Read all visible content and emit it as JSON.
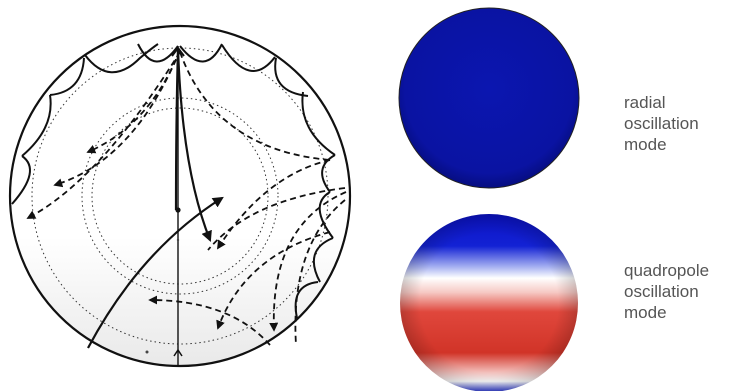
{
  "modes": [
    {
      "lines": [
        "radial",
        "oscillation",
        "mode"
      ],
      "colors": {
        "base": "#0a14a8",
        "dark": "#05097a"
      }
    },
    {
      "lines": [
        "quadropole",
        "oscillation",
        "mode"
      ],
      "colors": {
        "pole": "#0a14c8",
        "equator": "#d8392f",
        "band": "#ffffff"
      }
    }
  ]
}
